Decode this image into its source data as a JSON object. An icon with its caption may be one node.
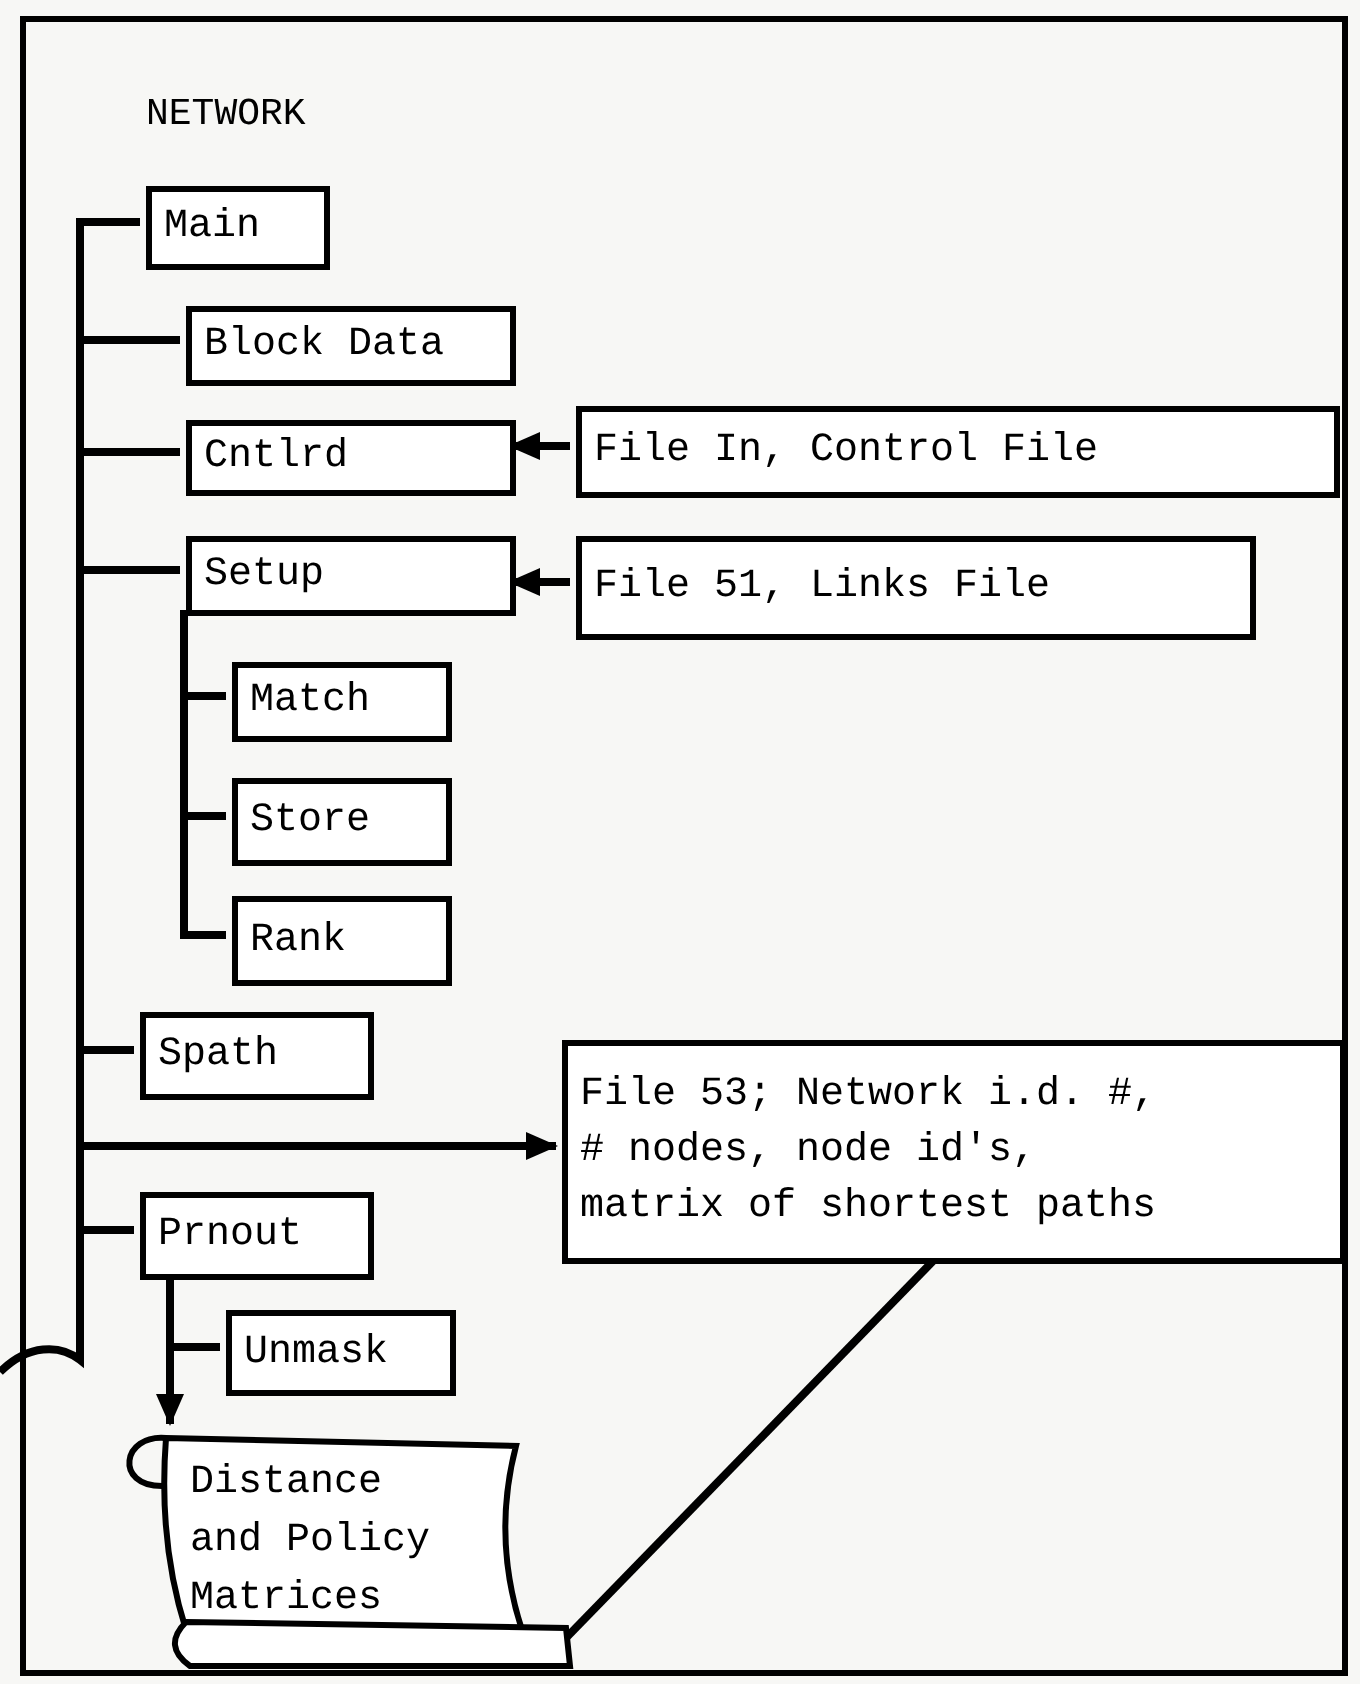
{
  "diagram": {
    "nodes": [
      {
        "text": [
          "NETWORK"
        ]
      },
      {
        "text": [
          "Main"
        ],
        "in": 0
      },
      {
        "text": [
          "Block Data"
        ],
        "in": 0
      },
      {
        "text": [
          "Cntlrd"
        ],
        "in": 0
      },
      {
        "text": [
          "File In, Control File"
        ],
        "in": 0
      },
      {
        "text": [
          "Setup"
        ],
        "in": 0
      },
      {
        "text": [
          "File 51, Links File"
        ],
        "in": 0
      },
      {
        "text": [
          "Match"
        ],
        "in": 0
      },
      {
        "text": [
          "Store"
        ],
        "in": 0
      },
      {
        "text": [
          "Rank"
        ],
        "in": 0
      },
      {
        "text": [
          "Spath"
        ],
        "in": 0
      },
      {
        "text": [
          "File 53; Network i.d. #, # nodes, node id's, matrix of shortest paths"
        ],
        "in": 0
      },
      {
        "text": [
          "Prnout"
        ],
        "in": 0
      },
      {
        "text": [
          "Unmask"
        ],
        "in": 0
      },
      {
        "text": [
          "Distance and Policy Matrices"
        ],
        "in": 0
      }
    ],
    "edges": [
      {
        "from": 1,
        "to": 2,
        "arrow": "none"
      },
      {
        "from": 1,
        "to": 3,
        "arrow": "none"
      },
      {
        "from": 4,
        "to": 3,
        "arrow": "to"
      },
      {
        "from": 1,
        "to": 5,
        "arrow": "none"
      },
      {
        "from": 6,
        "to": 5,
        "arrow": "to"
      },
      {
        "from": 5,
        "to": 7,
        "arrow": "none"
      },
      {
        "from": 5,
        "to": 8,
        "arrow": "none"
      },
      {
        "from": 5,
        "to": 9,
        "arrow": "none"
      },
      {
        "from": 1,
        "to": 10,
        "arrow": "none"
      },
      {
        "from": 1,
        "to": 11,
        "arrow": "to"
      },
      {
        "from": 1,
        "to": 12,
        "arrow": "none"
      },
      {
        "from": 12,
        "to": 13,
        "arrow": "none"
      },
      {
        "from": 12,
        "to": 14,
        "arrow": "to"
      },
      {
        "from": 11,
        "to": 14,
        "arrow": "none"
      },
      {
        "from": 1,
        "to": null,
        "arrow": "none"
      }
    ]
  }
}
